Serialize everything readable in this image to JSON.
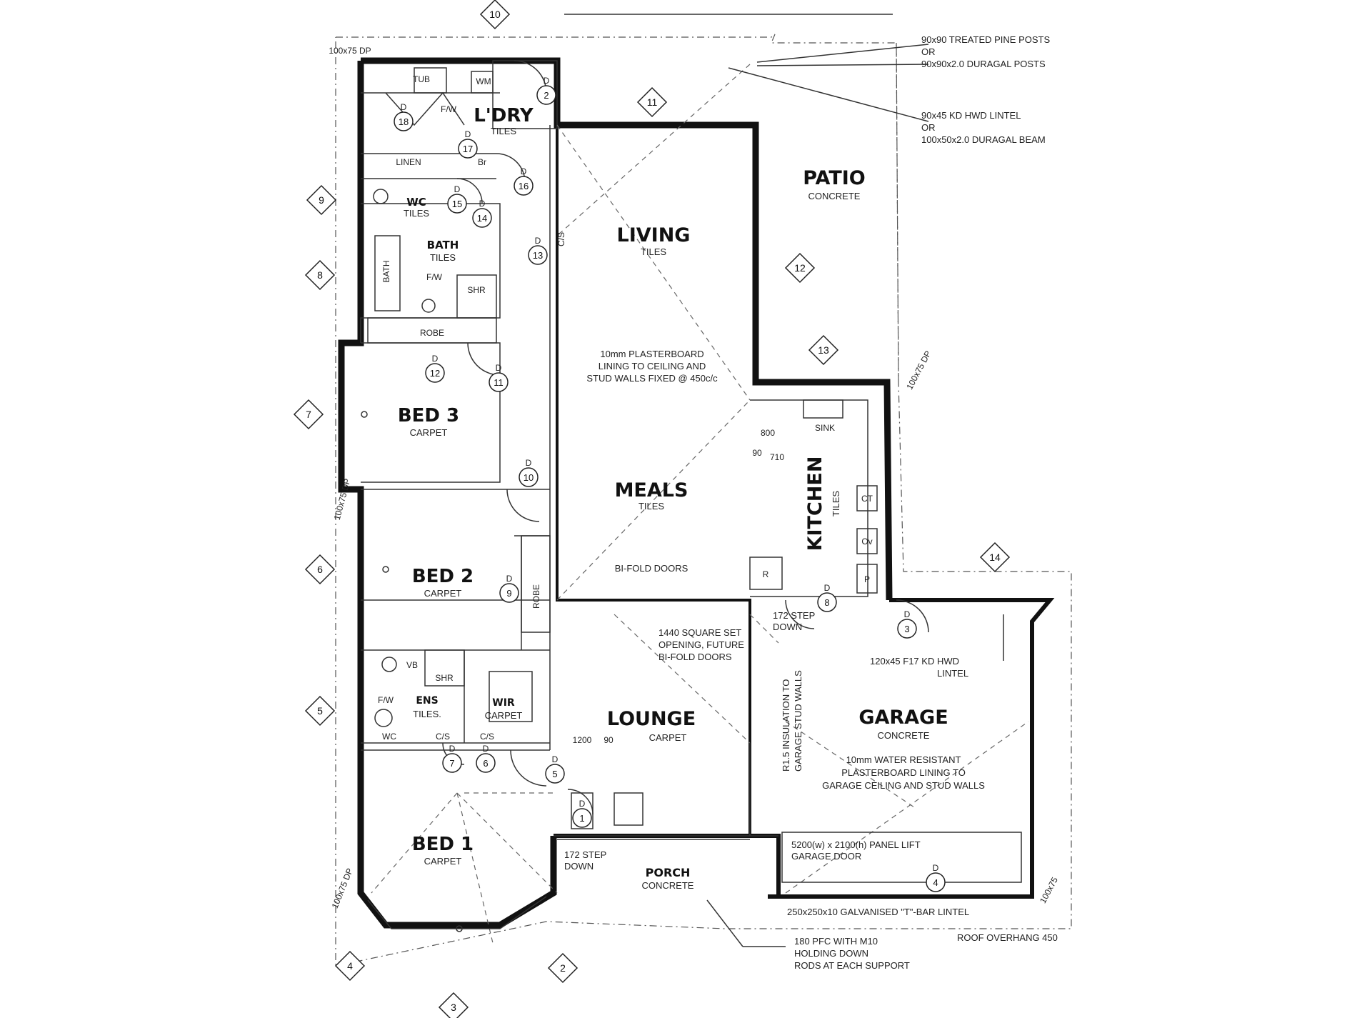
{
  "rooms": {
    "laundry": {
      "name": "L'DRY",
      "finish": "TILES"
    },
    "patio": {
      "name": "PATIO",
      "finish": "CONCRETE"
    },
    "living": {
      "name": "LIVING",
      "finish": "TILES"
    },
    "wc": {
      "name": "WC",
      "finish": "TILES"
    },
    "bath": {
      "name": "BATH",
      "finish": "TILES"
    },
    "bed3": {
      "name": "BED 3",
      "finish": "CARPET"
    },
    "meals": {
      "name": "MEALS",
      "finish": "TILES"
    },
    "kitchen": {
      "name": "KITCHEN",
      "finish": "TILES"
    },
    "bed2": {
      "name": "BED 2",
      "finish": "CARPET"
    },
    "ens": {
      "name": "ENS",
      "finish": "TILES."
    },
    "wir": {
      "name": "WIR",
      "finish": "CARPET"
    },
    "lounge": {
      "name": "LOUNGE",
      "finish": "CARPET"
    },
    "garage": {
      "name": "GARAGE",
      "finish": "CONCRETE"
    },
    "bed1": {
      "name": "BED 1",
      "finish": "CARPET"
    },
    "porch": {
      "name": "PORCH",
      "finish": "CONCRETE"
    }
  },
  "fixtures": {
    "linen": "LINEN",
    "robe_hall": "ROBE",
    "robe_bed2": "ROBE",
    "sink": "SINK",
    "fw_laundry": "F/W",
    "fw_bath": "F/W",
    "fw_ens": "F/W",
    "shr_bath": "SHR",
    "shr_ens": "SHR",
    "vb": "VB",
    "wc_ens": "WC",
    "bath_tub": "BATH",
    "br": "Br",
    "cs_hall": "C/S",
    "cs_ens": "C/S",
    "cs_wir": "C/S",
    "ov": "Ov",
    "ct": "CT",
    "p": "P",
    "r": "R",
    "dim_800": "800",
    "dim_90": "90",
    "dim_710": "710",
    "dim_1200": "1200",
    "dim_90b": "90",
    "wm": "WM",
    "tub": "TUB",
    "dp_1": "100x75 DP",
    "dp_2": "100x75 DP",
    "dp_3": "100x75 DP",
    "dp_4": "100x75 DP",
    "dp_5": "100x75"
  },
  "notes": {
    "posts_line1": "90x90 TREATED PINE POSTS",
    "posts_line2": "OR",
    "posts_line3": "90x90x2.0 DURAGAL POSTS",
    "lintel_line1": "90x45 KD HWD LINTEL",
    "lintel_line2": "OR",
    "lintel_line3": "100x50x2.0 DURAGAL BEAM",
    "plaster_line1": "10mm PLASTERBOARD",
    "plaster_line2": "LINING TO CEILING AND",
    "plaster_line3": "STUD WALLS FIXED @ 450c/c",
    "bifold": "BI-FOLD DOORS",
    "opening_line1": "1440 SQUARE SET",
    "opening_line2": "OPENING, FUTURE",
    "opening_line3": "BI-FOLD DOORS",
    "step_kitchen_line1": "172 STEP",
    "step_kitchen_line2": "DOWN",
    "step_porch_line1": "172 STEP",
    "step_porch_line2": "DOWN",
    "insulation_line1": "R1.5 INSULATION TO",
    "insulation_line2": "GARAGE STUD WALLS",
    "garage_lintel_line1": "120x45 F17 KD HWD",
    "garage_lintel_line2": "LINTEL",
    "garage_lining_line1": "10mm WATER RESISTANT",
    "garage_lining_line2": "PLASTERBOARD LINING TO",
    "garage_lining_line3": "GARAGE CEILING AND STUD WALLS",
    "garage_door_line1": "5200(w) x 2100(h) PANEL LIFT",
    "garage_door_line2": "GARAGE DOOR",
    "tbar": "250x250x10 GALVANISED \"T\"-BAR LINTEL",
    "overhang": "ROOF OVERHANG 450",
    "pfc_line1": "180 PFC WITH M10",
    "pfc_line2": "HOLDING DOWN",
    "pfc_line3": "RODS AT EACH SUPPORT"
  },
  "grid_markers": [
    "2",
    "3",
    "4",
    "5",
    "6",
    "7",
    "8",
    "9",
    "10",
    "11",
    "12",
    "13",
    "14"
  ],
  "door_tags": [
    "1",
    "2",
    "3",
    "4",
    "5",
    "6",
    "7",
    "8",
    "9",
    "10",
    "11",
    "12",
    "13",
    "14",
    "15",
    "16",
    "17",
    "18"
  ],
  "door_tag_prefix": "D"
}
